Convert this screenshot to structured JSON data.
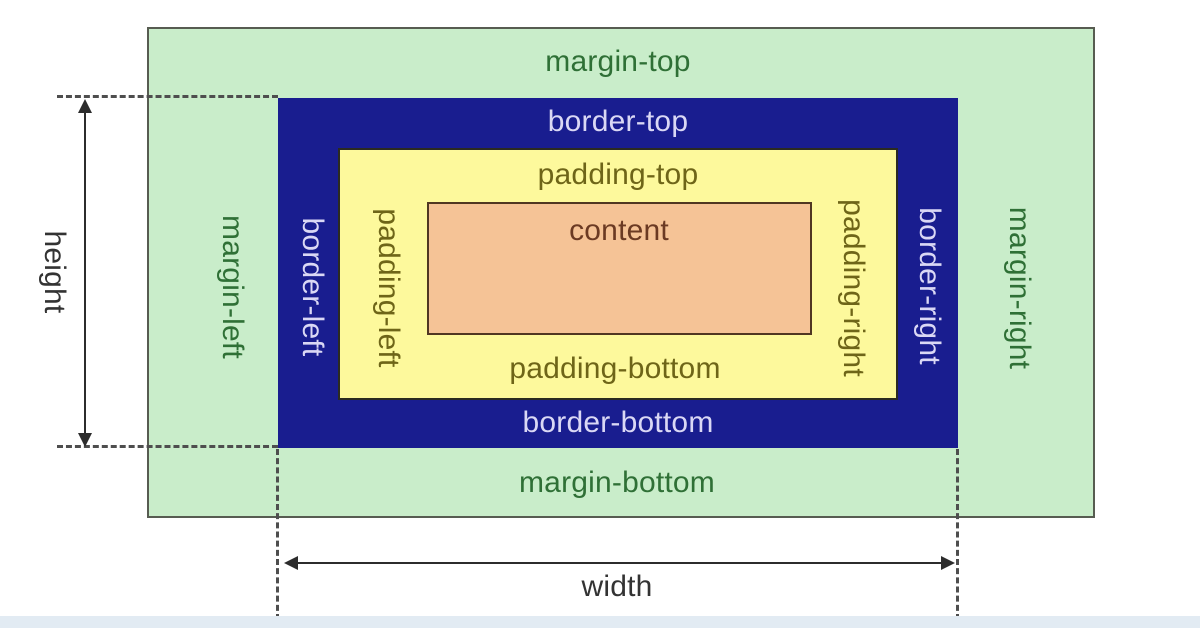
{
  "box_model": {
    "content": {
      "label": "content"
    },
    "padding": {
      "top": "padding-top",
      "right": "padding-right",
      "bottom": "padding-bottom",
      "left": "padding-left"
    },
    "border": {
      "top": "border-top",
      "right": "border-right",
      "bottom": "border-bottom",
      "left": "border-left"
    },
    "margin": {
      "top": "margin-top",
      "right": "margin-right",
      "bottom": "margin-bottom",
      "left": "margin-left"
    },
    "dimensions": {
      "height": "height",
      "width": "width"
    }
  },
  "colors": {
    "margin_bg": "#c9edca",
    "border_bg": "#191d8f",
    "padding_bg": "#fdf99c",
    "content_bg": "#f5c396",
    "margin_text": "#2f7036",
    "border_text": "#dad8f5",
    "padding_text": "#6e6518",
    "content_text": "#6b3a23",
    "guide_lines": "#4e4e4e",
    "arrow": "#2c2c2c"
  }
}
